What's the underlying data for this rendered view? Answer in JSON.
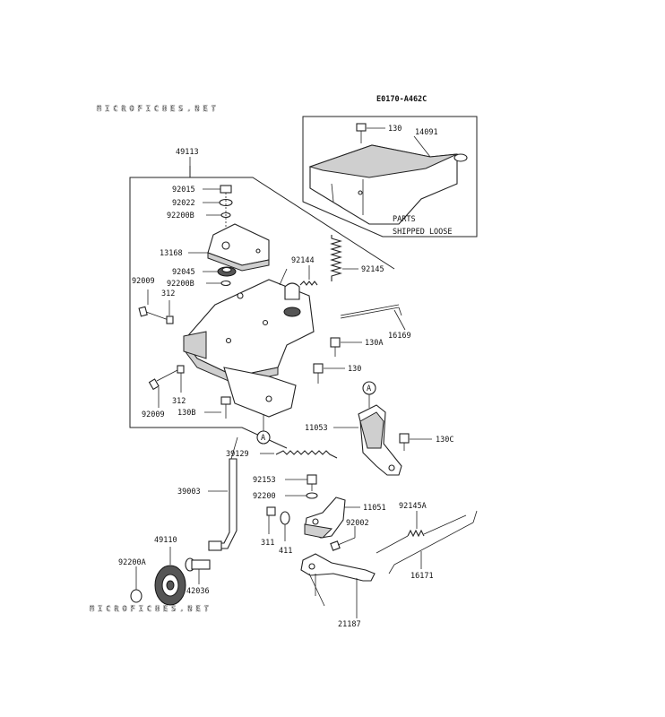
{
  "watermark": "MICROFICHES.NET",
  "diagram_code": "E0170-A462C",
  "note": {
    "line1": "PARTS",
    "line2": "SHIPPED LOOSE"
  },
  "circle_marker": "A",
  "labels": {
    "p130_top": "130",
    "p14091": "14091",
    "p49113": "49113",
    "p92015": "92015",
    "p92022": "92022",
    "p92200B_a": "92200B",
    "p13168": "13168",
    "p92144": "92144",
    "p92145": "92145",
    "p92045": "92045",
    "p92200B_b": "92200B",
    "p92009_a": "92009",
    "p312_a": "312",
    "p16169": "16169",
    "p130A": "130A",
    "p130_mid": "130",
    "p312_b": "312",
    "p92009_b": "92009",
    "p130B": "130B",
    "p11053": "11053",
    "p130C": "130C",
    "p39129": "39129",
    "p92153": "92153",
    "p39003": "39003",
    "p92200": "92200",
    "p11051": "11051",
    "p92145A": "92145A",
    "p92002": "92002",
    "p311": "311",
    "p411": "411",
    "p49110": "49110",
    "p92200A": "92200A",
    "p42036": "42036",
    "p16171": "16171",
    "p21187": "21187"
  }
}
